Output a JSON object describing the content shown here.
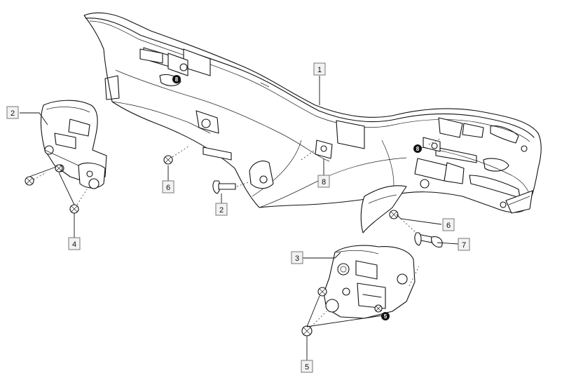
{
  "diagram": {
    "callouts": [
      {
        "id": "c1",
        "label": "1"
      },
      {
        "id": "c2a",
        "label": "2"
      },
      {
        "id": "c2b",
        "label": "2"
      },
      {
        "id": "c3",
        "label": "3"
      },
      {
        "id": "c4",
        "label": "4"
      },
      {
        "id": "c5",
        "label": "5"
      },
      {
        "id": "c6a",
        "label": "6"
      },
      {
        "id": "c6b",
        "label": "6"
      },
      {
        "id": "c7",
        "label": "7"
      },
      {
        "id": "c8",
        "label": "8"
      }
    ],
    "badges": [
      {
        "id": "b8a",
        "label": "8"
      },
      {
        "id": "b8b",
        "label": "8"
      },
      {
        "id": "b5",
        "label": "5"
      }
    ]
  }
}
